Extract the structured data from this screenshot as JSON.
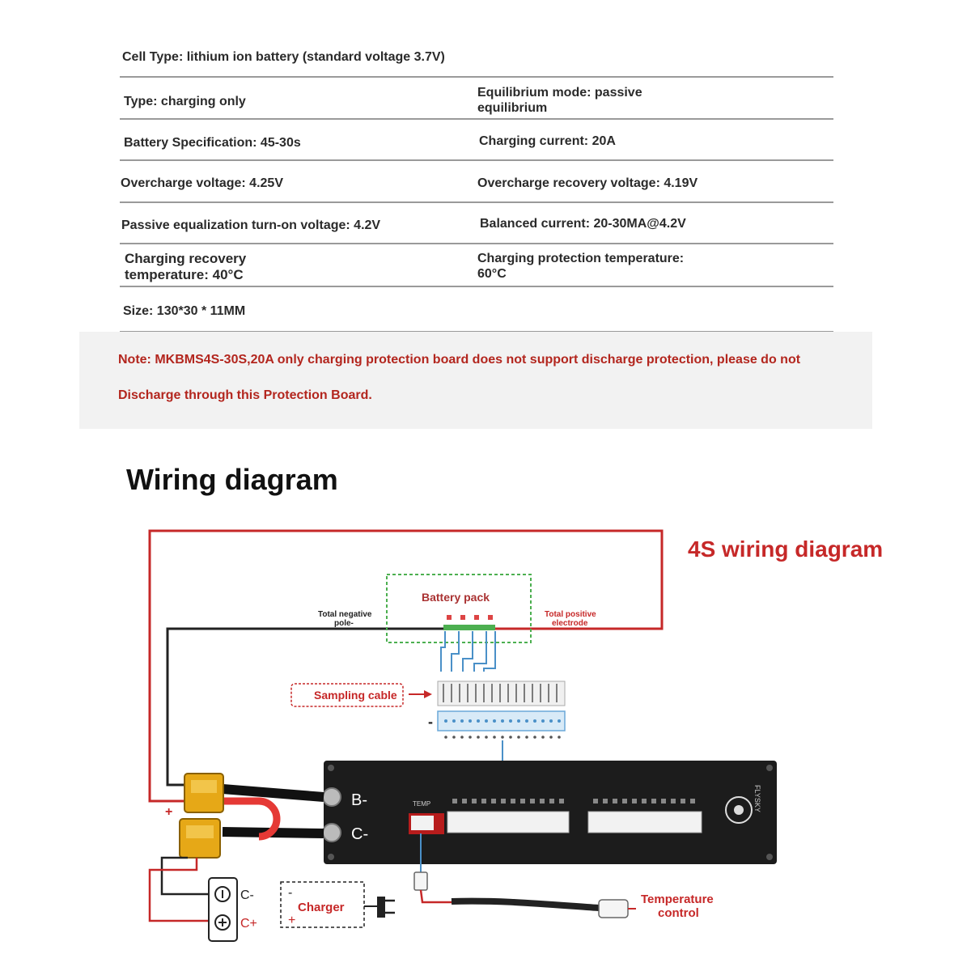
{
  "specs": {
    "cell_type": "Cell Type: lithium ion battery (standard voltage 3.7V)",
    "type": "Type: charging only",
    "equilibrium_line1": "Equilibrium mode: passive",
    "equilibrium_line2": "equilibrium",
    "battery_spec": "Battery Specification: 45-30s",
    "charging_current": "Charging current: 20A",
    "overcharge_voltage": "Overcharge voltage: 4.25V",
    "overcharge_recovery": "Overcharge recovery voltage: 4.19V",
    "passive_eq": "Passive equalization turn-on voltage: 4.2V",
    "balanced_current": "Balanced current: 20-30MA@4.2V",
    "charging_recovery_line1": "Charging recovery",
    "charging_recovery_line2": "temperature: 40°C",
    "charging_protection_line1": "Charging protection temperature:",
    "charging_protection_line2": "60°C",
    "size": "Size: 130*30 * 11MM"
  },
  "note": {
    "line1": "Note: MKBMS4S-30S,20A only charging protection board does not support discharge protection, please do not",
    "line2": "Discharge through this Protection Board."
  },
  "diagram": {
    "section_title": "Wiring diagram",
    "subtitle": "4S wiring diagram",
    "battery_pack": "Battery pack",
    "total_negative_1": "Total negative",
    "total_negative_2": "pole-",
    "total_positive_1": "Total positive",
    "total_positive_2": "electrode",
    "sampling_cable": "Sampling cable",
    "minus_sign": "-",
    "b_minus": "B-",
    "c_minus": "C-",
    "temp_label": "TEMP",
    "brand": "FLYSKY",
    "plus_sign": "+",
    "charger": "Charger",
    "charger_minus": "-",
    "charger_plus": "+",
    "c_minus_terminal": "C-",
    "c_plus_terminal": "C+",
    "temp_control_1": "Temperature",
    "temp_control_2": "control"
  },
  "colors": {
    "accent_red": "#c62828",
    "wire_blue": "#4a90c8",
    "board": "#1c1c1c",
    "connector_yellow": "#e6a817",
    "pack_green": "#4caf50"
  }
}
